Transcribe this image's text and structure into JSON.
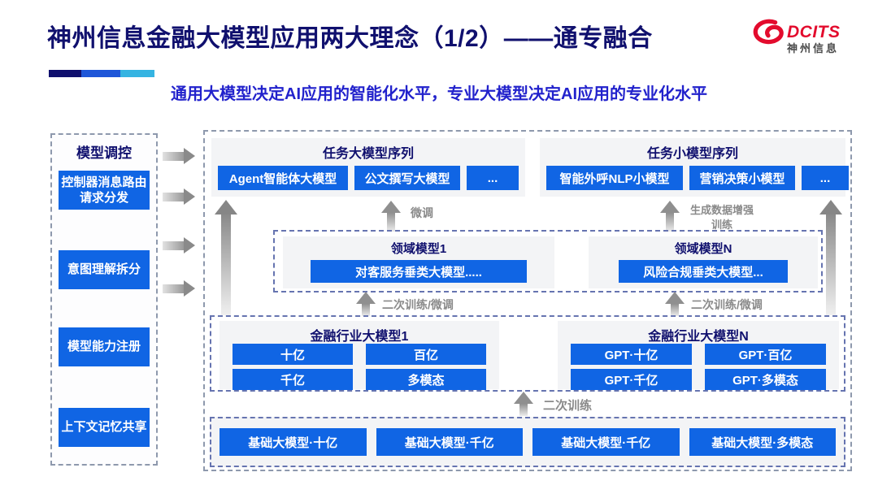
{
  "colors": {
    "navy": "#10106E",
    "button_blue": "#1065E4",
    "subtitle_blue": "#2222CC",
    "accent_mid_blue": "#1E56D8",
    "accent_cyan": "#35B4E2",
    "logo_red": "#E30B2D",
    "arrow_gray": "#8A8A8A",
    "panel_gray": "#F3F4F6"
  },
  "header": {
    "title": "神州信息金融大模型应用两大理念（1/2）——通专融合",
    "subtitle": "通用大模型决定AI应用的智能化水平，专业大模型决定AI应用的专业化水平",
    "logo": {
      "brand": "DCITS",
      "brand_cn": "神州信息"
    }
  },
  "sidebar": {
    "title": "模型调控",
    "items": [
      {
        "label": "控制器消息路由请求分发"
      },
      {
        "label": "意图理解拆分"
      },
      {
        "label": "模型能力注册"
      },
      {
        "label": "上下文记忆共享"
      }
    ]
  },
  "task_large": {
    "title": "任务大模型序列",
    "models": [
      "Agent智能体大模型",
      "公文撰写大模型",
      "..."
    ]
  },
  "task_small": {
    "title": "任务小模型序列",
    "models": [
      "智能外呼NLP小模型",
      "营销决策小模型",
      "..."
    ]
  },
  "domain_models": {
    "box1": {
      "title": "领域模型1",
      "model": "对客服务垂类大模型....."
    },
    "boxN": {
      "title": "领域模型N",
      "model": "风险合规垂类大模型..."
    }
  },
  "industry_models": {
    "box1": {
      "title": "金融行业大模型1",
      "models": [
        "十亿",
        "百亿",
        "千亿",
        "多模态"
      ]
    },
    "boxN": {
      "title": "金融行业大模型N",
      "models": [
        "GPT·十亿",
        "GPT·百亿",
        "GPT·千亿",
        "GPT·多模态"
      ]
    }
  },
  "base_models": [
    "基础大模型·十亿",
    "基础大模型·千亿",
    "基础大模型·千亿",
    "基础大模型·多模态"
  ],
  "arrow_labels": {
    "fine_tune": "微调",
    "gen_data_training": "生成数据增强训练",
    "retrain_finetune": "二次训练/微调",
    "retrain": "二次训练"
  }
}
